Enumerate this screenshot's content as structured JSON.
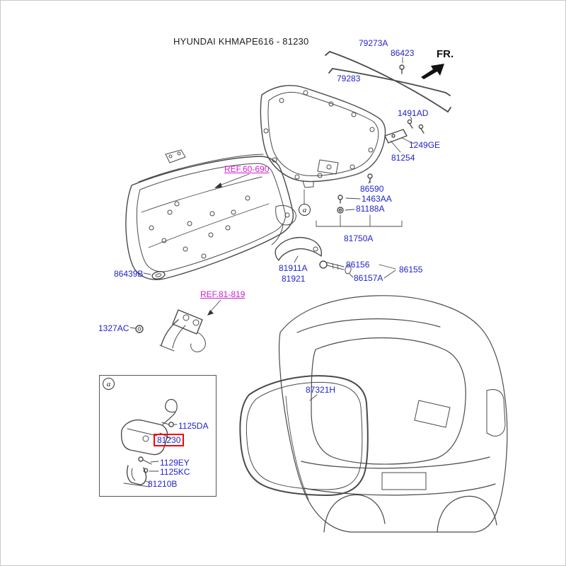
{
  "title": "HYUNDAI KHMAPE616 - 81230",
  "fr_label": "FR.",
  "callout_letter": "a",
  "colors": {
    "part_link": "#2222cc",
    "reference_link": "#cc22cc",
    "highlight_border": "#ff0000",
    "line_art": "#4a4a4a"
  },
  "part_labels": [
    {
      "text": "79273A"
    },
    {
      "text": "86423"
    },
    {
      "text": "79283"
    },
    {
      "text": "1491AD"
    },
    {
      "text": "1249GE"
    },
    {
      "text": "81254"
    },
    {
      "text": "86590"
    },
    {
      "text": "1463AA"
    },
    {
      "text": "81188A"
    },
    {
      "text": "81750A"
    },
    {
      "text": "REF.60-690"
    },
    {
      "text": "86439B"
    },
    {
      "text": "81911A"
    },
    {
      "text": "81921"
    },
    {
      "text": "86156"
    },
    {
      "text": "86157A"
    },
    {
      "text": "86155"
    },
    {
      "text": "REF.81-819"
    },
    {
      "text": "1327AC"
    },
    {
      "text": "87321H"
    },
    {
      "text": "1125DA"
    },
    {
      "text": "81230"
    },
    {
      "text": "1129EY"
    },
    {
      "text": "1125KC"
    },
    {
      "text": "81210B"
    }
  ]
}
